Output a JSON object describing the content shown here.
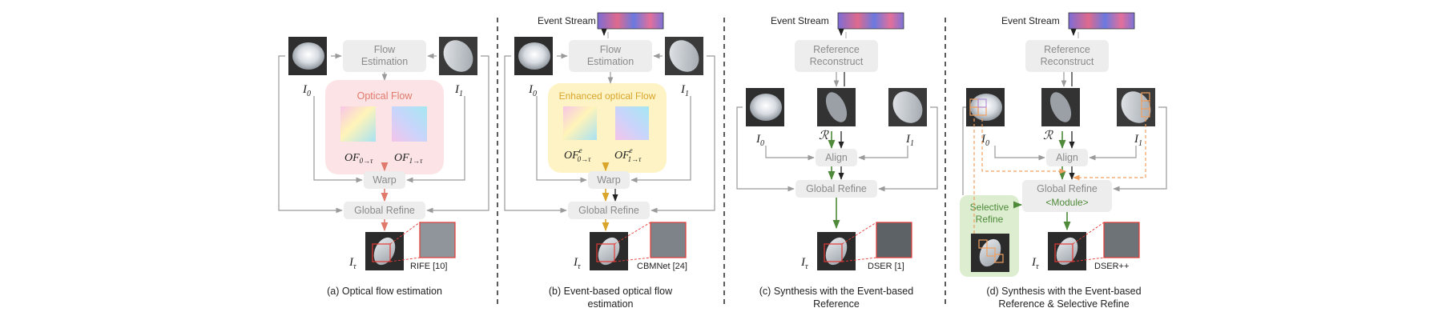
{
  "panels": {
    "a": {
      "caption": "(a) Optical flow estimation",
      "flow_estimation": "Flow\nEstimation",
      "optical_flow_label": "Optical Flow",
      "of0": "OF",
      "of0_sub": "0→τ",
      "of1": "OF",
      "of1_sub": "1→τ",
      "warp": "Warp",
      "global_refine": "Global Refine",
      "i0": "I",
      "i0_sub": "0",
      "i1": "I",
      "i1_sub": "1",
      "it": "I",
      "it_sub": "τ",
      "method": "RIFE [10]"
    },
    "b": {
      "caption_line1": "(b) Event-based optical flow",
      "caption_line2": "estimation",
      "event_stream": "Event Stream",
      "flow_estimation": "Flow\nEstimation",
      "enhanced_label": "Enhanced optical Flow",
      "of0": "OF",
      "of0_sub": "0→τ",
      "of0_sup": "e",
      "of1": "OF",
      "of1_sub": "1→τ",
      "of1_sup": "e",
      "warp": "Warp",
      "global_refine": "Global Refine",
      "i0": "I",
      "i0_sub": "0",
      "i1": "I",
      "i1_sub": "1",
      "it": "I",
      "it_sub": "τ",
      "method": "CBMNet [24]"
    },
    "c": {
      "caption_line1": "(c) Synthesis with the Event-based",
      "caption_line2": "Reference",
      "event_stream": "Event Stream",
      "reference": "Reference\nReconstruct",
      "r": "ℛ",
      "align": "Align",
      "global_refine": "Global Refine",
      "i0": "I",
      "i0_sub": "0",
      "i1": "I",
      "i1_sub": "1",
      "it": "I",
      "it_sub": "τ",
      "method": "DSER [1]"
    },
    "d": {
      "caption_line1": "(d) Synthesis with the Event-based",
      "caption_line2": "Reference & Selective Refine",
      "event_stream": "Event Stream",
      "reference": "Reference\nReconstruct",
      "r": "ℛ",
      "align": "Align",
      "global_refine": "Global Refine",
      "module": "<Module>",
      "selective_refine": "Selective\nRefine",
      "i0": "I",
      "i0_sub": "0",
      "i1": "I",
      "i1_sub": "1",
      "it": "I",
      "it_sub": "τ",
      "method": "DSER++"
    }
  },
  "colors": {
    "red_arrow": "#e07a6c",
    "gold_arrow": "#d9a52b",
    "green_arrow": "#4f8a3a",
    "pink_region": "#fce4e6",
    "yellow_region": "#fdf3c4",
    "green_region": "#dcedd0",
    "orange_box": "#f0a061"
  }
}
